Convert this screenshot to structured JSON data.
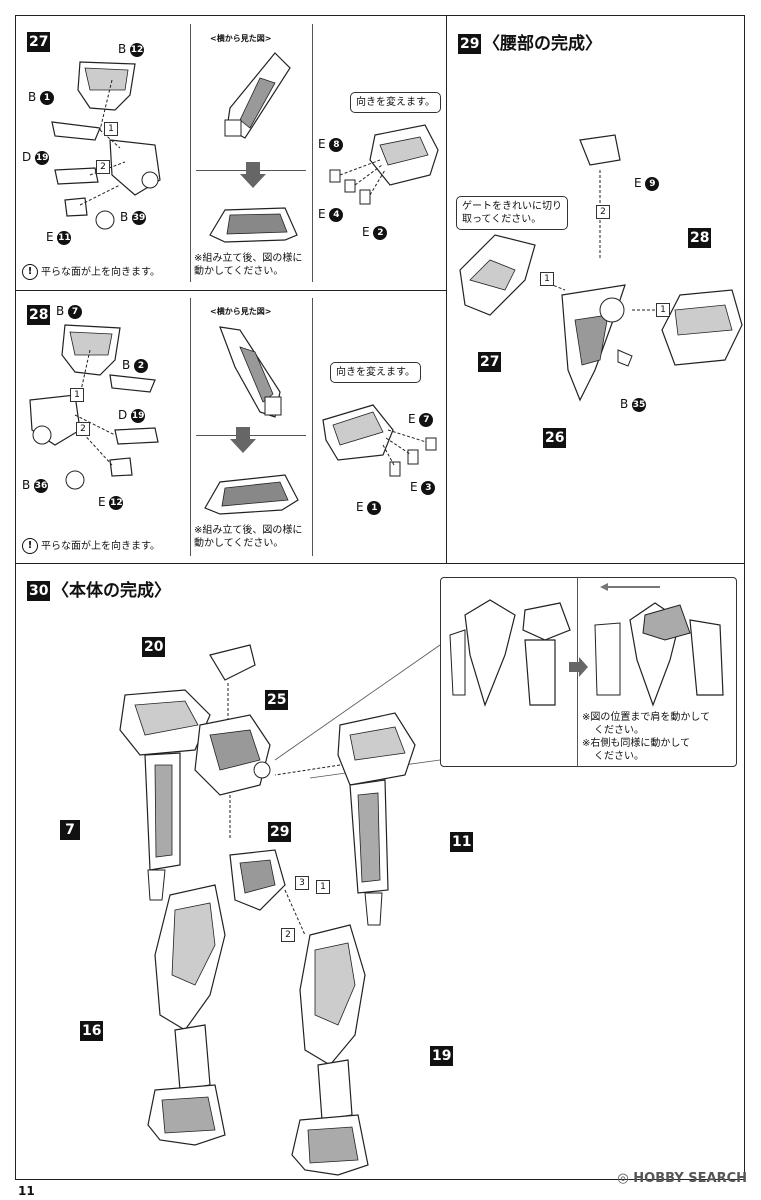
{
  "step27": {
    "number": "27",
    "label_b12": "B",
    "label_b1": "B",
    "label_d19": "D",
    "label_b39": "B",
    "label_e11": "E",
    "side_view_title": "<横から見た図>",
    "callout": "向きを変えます。",
    "note_line1": "※組み立て後、図の様に",
    "note_line2": "動かしてください。",
    "flat_note": "平らな面が上を向きます。",
    "e8": "E",
    "e4": "E",
    "e2": "E",
    "sub1": "1",
    "sub2": "2"
  },
  "step28": {
    "number": "28",
    "label_b7": "B",
    "label_b2": "B",
    "label_d19": "D",
    "label_b36": "B",
    "label_e12": "E",
    "side_view_title": "<横から見た図>",
    "callout": "向きを変えます。",
    "note_line1": "※組み立て後、図の様に",
    "note_line2": "動かしてください。",
    "flat_note": "平らな面が上を向きます。",
    "e7": "E",
    "e3": "E",
    "e1": "E",
    "sub1": "1",
    "sub2": "2"
  },
  "step29": {
    "number": "29",
    "title": "〈腰部の完成〉",
    "gate_line1": "ゲートをきれいに切り",
    "gate_line2": "取ってください。",
    "e9": "E",
    "b35": "B",
    "ref27": "27",
    "ref28": "28",
    "ref26": "26",
    "sub1a": "1",
    "sub1b": "1",
    "sub2": "2"
  },
  "step30": {
    "number": "30",
    "title": "〈本体の完成〉",
    "ref20": "20",
    "ref25": "25",
    "ref7": "7",
    "ref11": "11",
    "ref29": "29",
    "ref16": "16",
    "ref19": "19",
    "sub3": "3",
    "sub1": "1",
    "sub2": "2",
    "note_line1": "※図の位置まで肩を動かして",
    "note_line2": "ください。",
    "note_line3": "※右側も同様に動かして",
    "note_line4": "ください。"
  },
  "circle_nums": {
    "n12": "12",
    "n1": "1",
    "n19": "19",
    "n39": "39",
    "n11": "11",
    "n8": "8",
    "n4": "4",
    "n2": "2",
    "n7": "7",
    "n36": "36",
    "n3": "3",
    "n9": "9",
    "n35": "35"
  },
  "excl_mark": "!",
  "watermark": "HOBBY SEARCH",
  "page_number": "11"
}
